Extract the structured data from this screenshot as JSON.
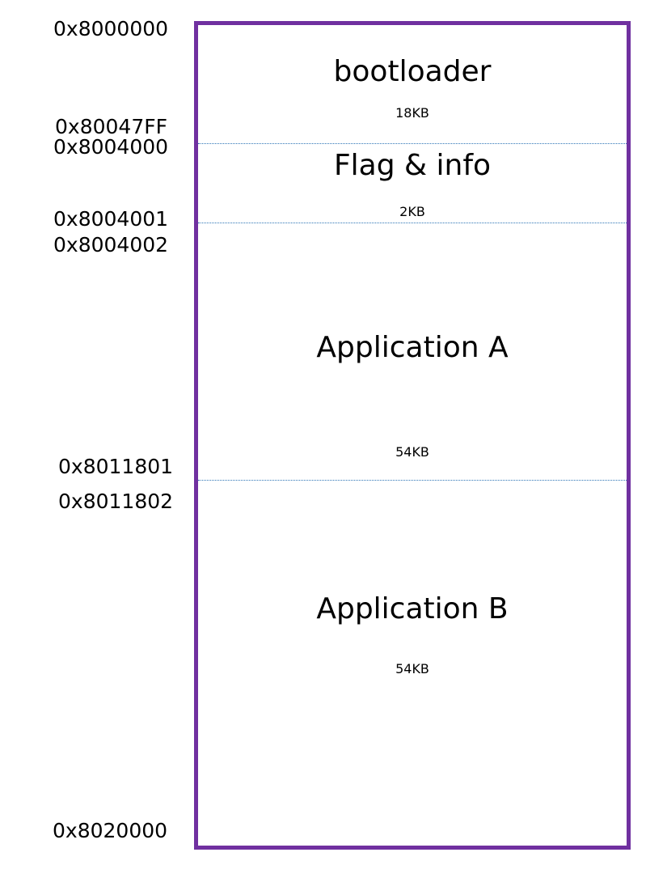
{
  "addresses": {
    "a0": "0x8000000",
    "a1": "0x80047FF",
    "a2": "0x8004000",
    "a3": "0x8004001",
    "a4": "0x8004002",
    "a5": "0x8011801",
    "a6": "0x8011802",
    "a7": "0x8020000"
  },
  "regions": {
    "bootloader": {
      "title": "bootloader",
      "size": "18KB"
    },
    "flag_info": {
      "title": "Flag & info",
      "size": "2KB"
    },
    "app_a": {
      "title": "Application A",
      "size": "54KB"
    },
    "app_b": {
      "title": "Application B",
      "size": "54KB"
    }
  },
  "colors": {
    "border": "#7030a0",
    "divider": "#2e75b6"
  }
}
